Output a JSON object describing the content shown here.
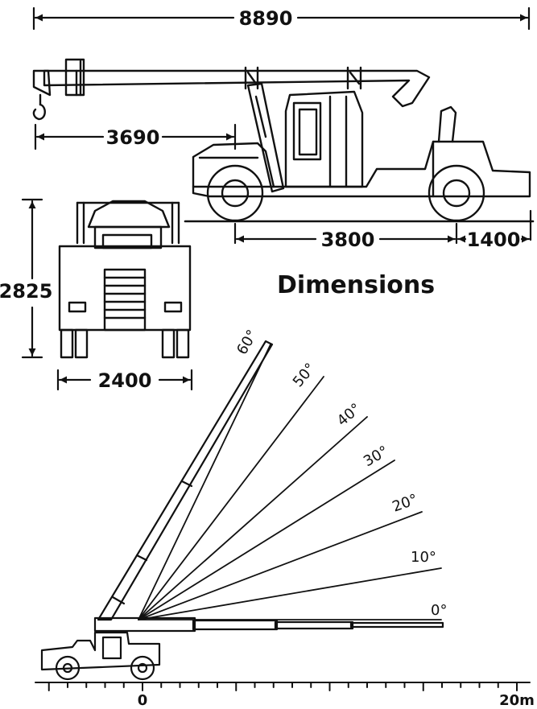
{
  "title": "Dimensions",
  "dimensions": {
    "overall_length": "8890",
    "front_overhang": "3690",
    "wheelbase": "3800",
    "rear_overhang": "1400",
    "height": "2825",
    "width": "2400"
  },
  "boom_angles": [
    "0°",
    "10°",
    "20°",
    "30°",
    "40°",
    "50°",
    "60°"
  ],
  "range_axis": {
    "start_label": "0",
    "end_label": "20m"
  }
}
